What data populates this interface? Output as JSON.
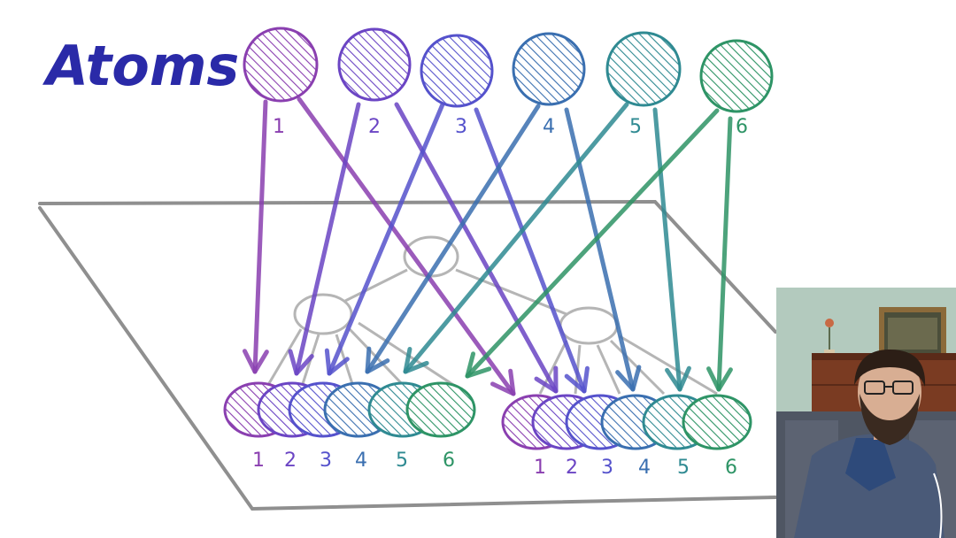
{
  "title": "Atoms",
  "atoms": [
    {
      "label": "1",
      "color": "#8a3fb0"
    },
    {
      "label": "2",
      "color": "#6b45c4"
    },
    {
      "label": "3",
      "color": "#5552cc"
    },
    {
      "label": "4",
      "color": "#3a6fb0"
    },
    {
      "label": "5",
      "color": "#2f8a92"
    },
    {
      "label": "6",
      "color": "#2e9466"
    }
  ],
  "groups": [
    {
      "labels": [
        "1",
        "2",
        "3",
        "4",
        "5",
        "6"
      ]
    },
    {
      "labels": [
        "1",
        "2",
        "3",
        "4",
        "5",
        "6"
      ]
    }
  ],
  "plane_color": "#8f8f8f",
  "tree_color": "#b5b5b5"
}
